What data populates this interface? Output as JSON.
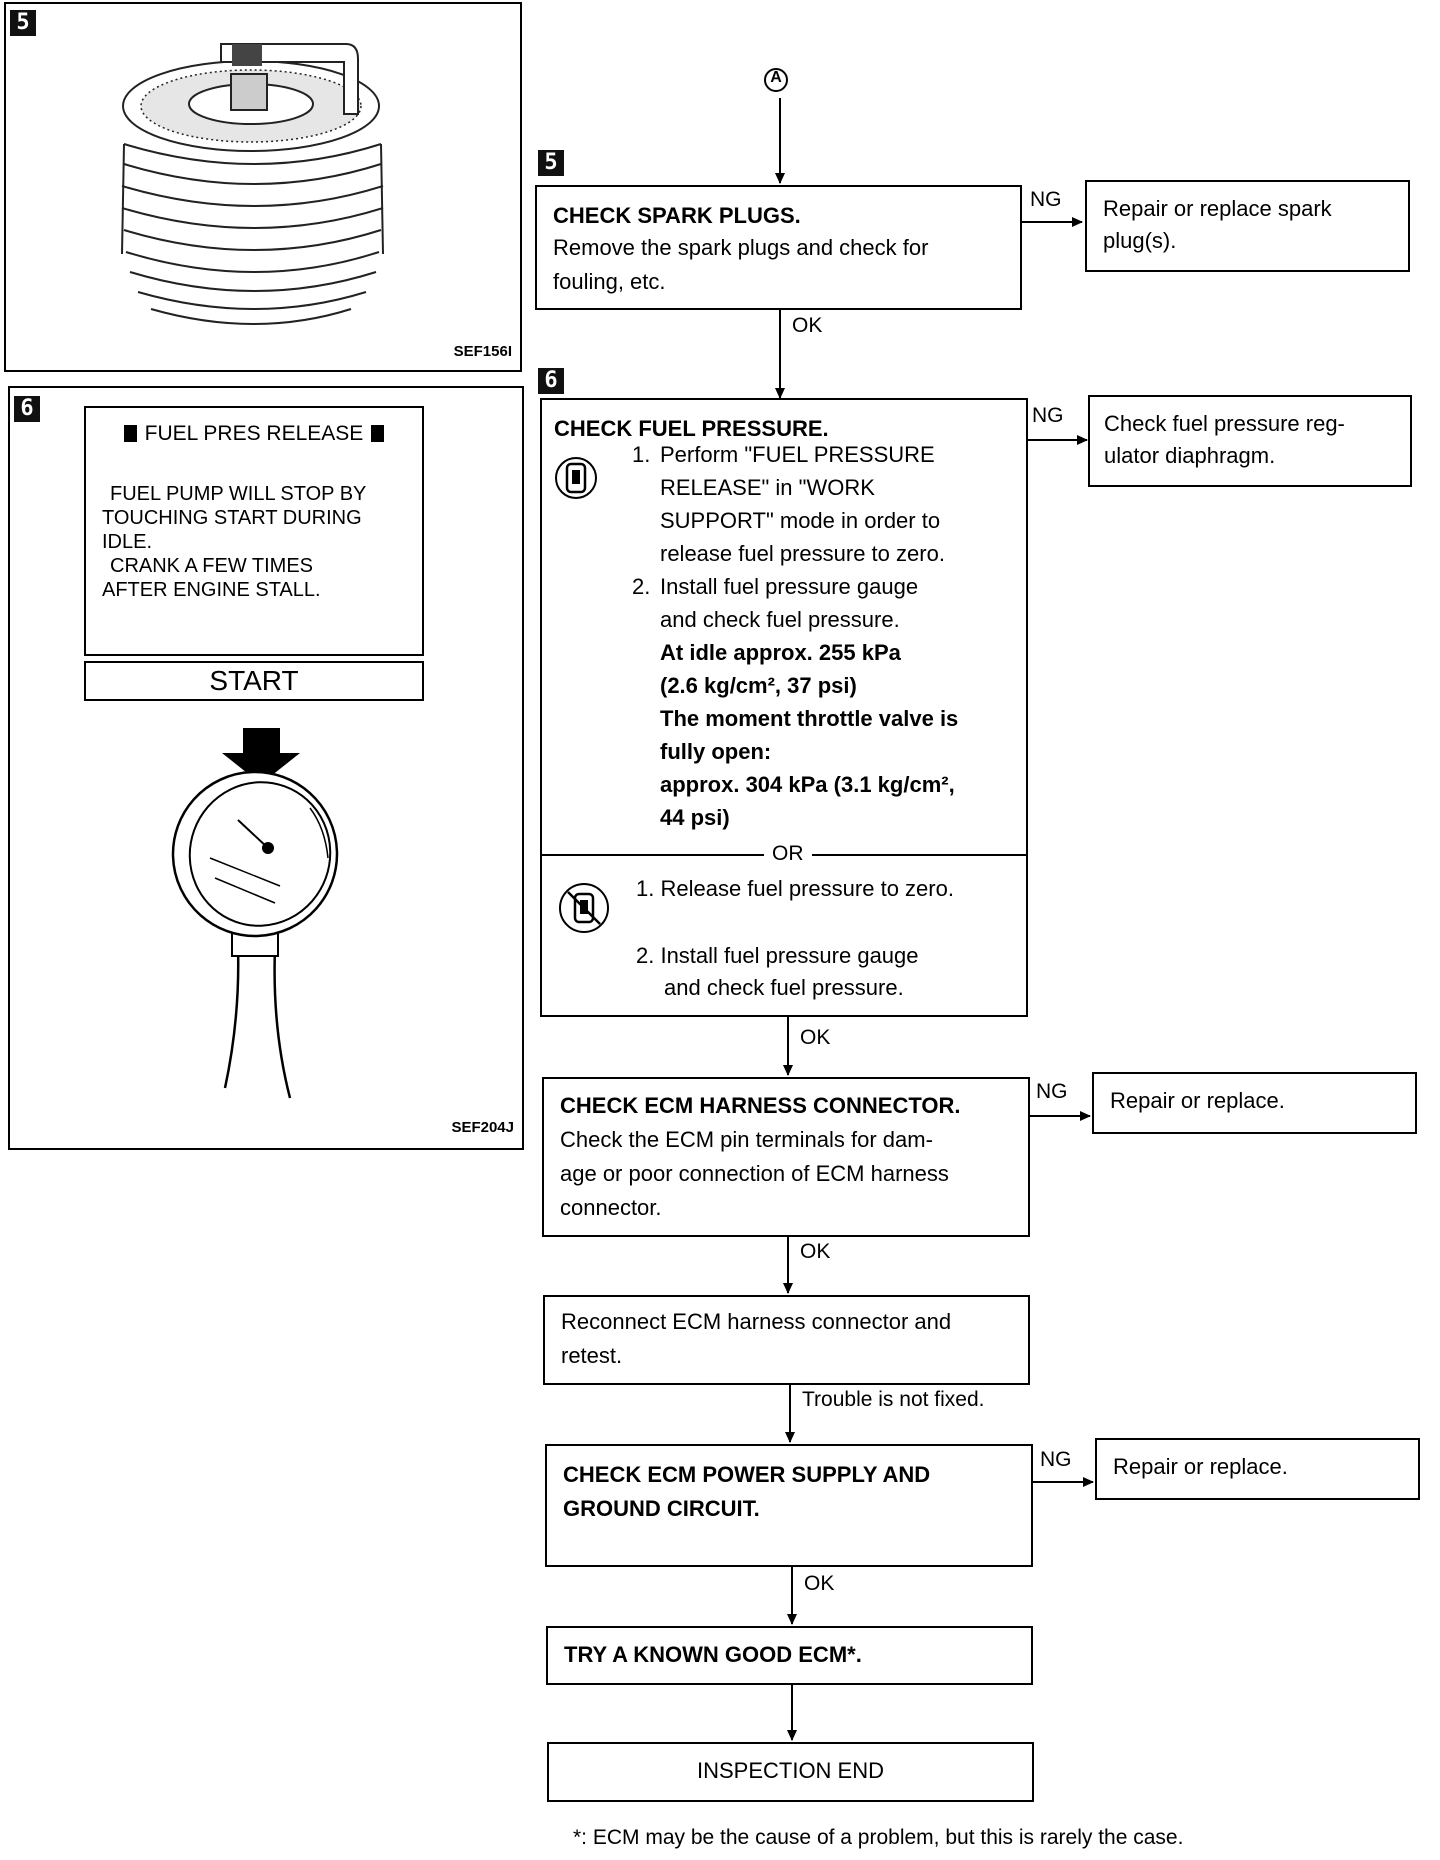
{
  "connector": "A",
  "figures": {
    "fig5": {
      "badge": "5",
      "code": "SEF156I"
    },
    "fig6": {
      "badge": "6",
      "code": "SEF204J",
      "screen_title": "FUEL PRES RELEASE",
      "screen_lines": [
        "FUEL PUMP WILL STOP BY",
        "TOUCHING START DURING",
        "IDLE.",
        " CRANK A FEW TIMES",
        "AFTER ENGINE STALL."
      ],
      "start_button": "START"
    }
  },
  "flow": {
    "step5_badge": "5",
    "step6_badge": "6",
    "spark": {
      "title": "CHECK SPARK PLUGS.",
      "lines": [
        "Remove the spark plugs and check for",
        "fouling, etc."
      ]
    },
    "spark_ng": {
      "label": "NG",
      "lines": [
        "Repair or replace spark",
        "plug(s)."
      ]
    },
    "ok1": "OK",
    "fuel": {
      "title": "CHECK FUEL PRESSURE.",
      "a1_num": "1.",
      "a1": [
        "Perform \"FUEL PRESSURE",
        "RELEASE\" in \"WORK",
        "SUPPORT\" mode in order to",
        "release fuel pressure to zero."
      ],
      "a2_num": "2.",
      "a2": [
        "Install fuel pressure gauge",
        "and check fuel pressure."
      ],
      "spec": [
        "At idle approx. 255 kPa",
        "(2.6 kg/cm², 37 psi)",
        "The moment throttle valve is",
        "fully open:",
        "approx. 304 kPa (3.1 kg/cm²,",
        "44 psi)"
      ],
      "or": "OR",
      "b1": "1. Release fuel pressure to zero.",
      "b2": [
        "2. Install fuel pressure gauge",
        "and check fuel pressure."
      ]
    },
    "fuel_ng": {
      "label": "NG",
      "lines": [
        "Check fuel pressure reg-",
        "ulator diaphragm."
      ]
    },
    "ok2": "OK",
    "ecm_harness": {
      "title": "CHECK ECM HARNESS CONNECTOR.",
      "lines": [
        "Check the ECM pin terminals for dam-",
        "age or poor connection of ECM harness",
        "connector."
      ]
    },
    "ecm_harness_ng": {
      "label": "NG",
      "text": "Repair or replace."
    },
    "ok3": "OK",
    "reconnect": {
      "lines": [
        "Reconnect ECM harness connector and",
        "retest."
      ]
    },
    "not_fixed": "Trouble is not fixed.",
    "power": {
      "title_lines": [
        "CHECK ECM POWER SUPPLY AND",
        "GROUND CIRCUIT."
      ]
    },
    "power_ng": {
      "label": "NG",
      "text": "Repair or replace."
    },
    "ok4": "OK",
    "known_good": "TRY A KNOWN GOOD ECM*.",
    "end": "INSPECTION END"
  },
  "footnote": "*: ECM may be the cause of a problem, but this is rarely the case."
}
